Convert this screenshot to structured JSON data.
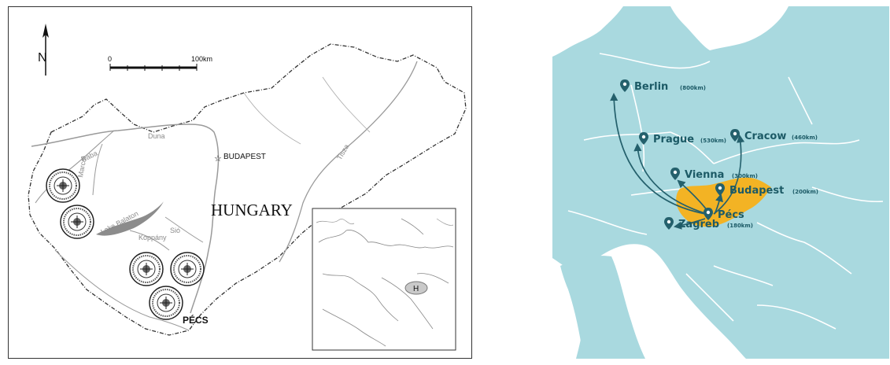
{
  "left_map": {
    "north_label": "N",
    "scale_start": "0",
    "scale_end": "100km",
    "country_label": "HUNGARY",
    "capital_label": "BUDAPEST",
    "pecs_label": "PÉCS",
    "inset_label": "H",
    "rivers": [
      "Duna",
      "Rába",
      "Marcal",
      "Tisza",
      "Sió",
      "Koppány"
    ],
    "lake_label": "Lake Balaton"
  },
  "right_map": {
    "colors": {
      "sea": "#a9d9df",
      "land": "#ffffff",
      "hungary": "#f3b324",
      "route": "#24606c",
      "text": "#1c5a66"
    },
    "destinations": [
      {
        "name": "Berlin",
        "distance": "(800km)"
      },
      {
        "name": "Prague",
        "distance": "(530km)"
      },
      {
        "name": "Cracow",
        "distance": "(460km)"
      },
      {
        "name": "Vienna",
        "distance": "(300km)"
      },
      {
        "name": "Budapest",
        "distance": "(200km)"
      },
      {
        "name": "Zagreb",
        "distance": "(180km)"
      }
    ],
    "origin": {
      "name": "Pécs"
    },
    "icons": {
      "pin": "map-pin-icon",
      "arrow": "route-arrow"
    }
  }
}
